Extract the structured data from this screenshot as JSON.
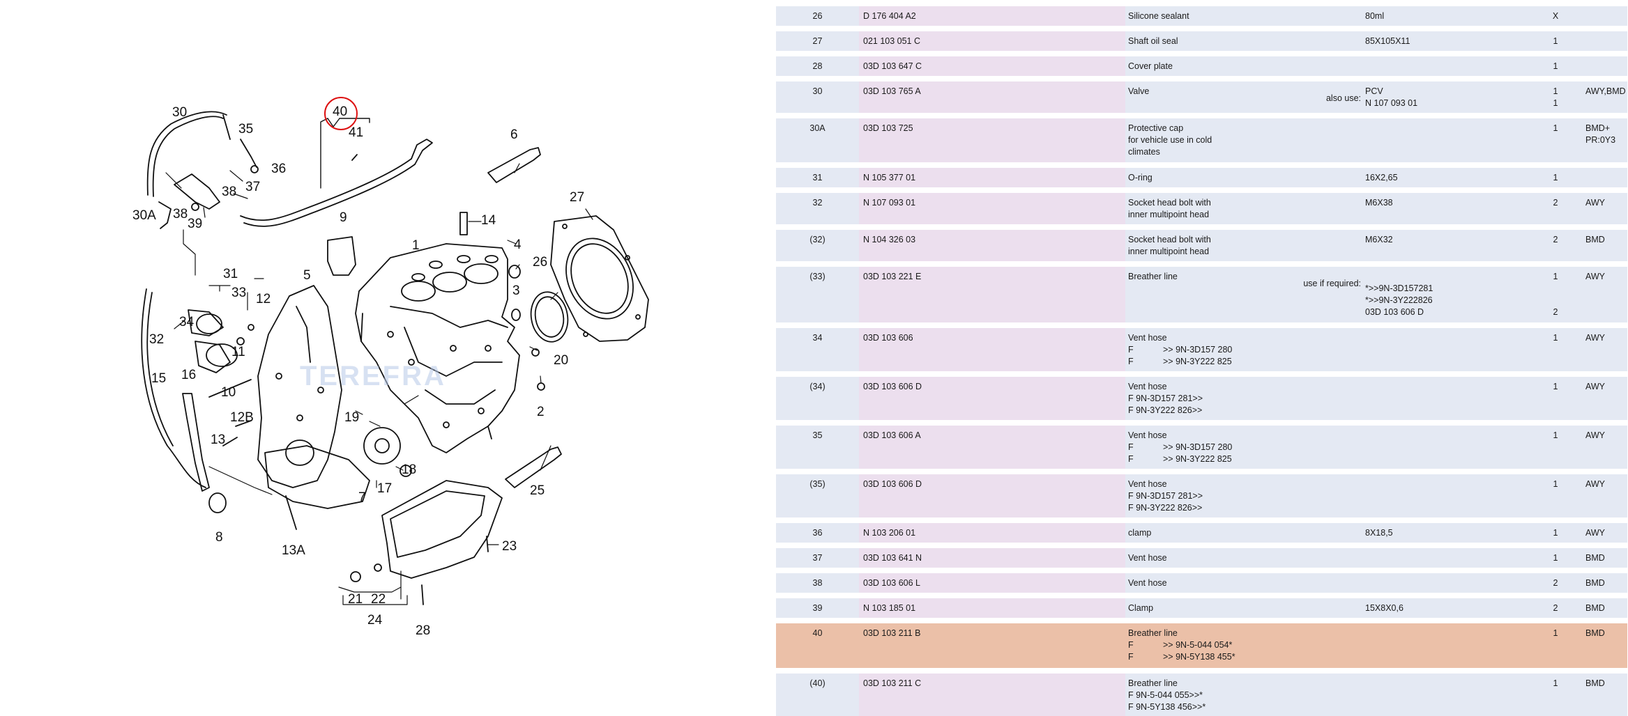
{
  "diagram": {
    "callouts": [
      "1",
      "2",
      "3",
      "4",
      "5",
      "6",
      "7",
      "8",
      "9",
      "10",
      "11",
      "12",
      "12B",
      "13",
      "13A",
      "14",
      "15",
      "16",
      "17",
      "18",
      "19",
      "20",
      "21",
      "22",
      "23",
      "24",
      "25",
      "26",
      "27",
      "28",
      "30",
      "30A",
      "31",
      "32",
      "33",
      "34",
      "35",
      "36",
      "37",
      "38",
      "38",
      "39",
      "40",
      "41"
    ],
    "highlighted_callout": "40",
    "watermark": "TEREFRA",
    "colors": {
      "highlight": "#dd1111",
      "line": "#111111"
    }
  },
  "parts": [
    {
      "pos": "26",
      "part": "D   176 404 A2",
      "desc": [
        "Silicone sealant"
      ],
      "remark": "80ml",
      "qty": "X",
      "model": ""
    },
    {
      "pos": "27",
      "part": "021 103 051 C",
      "desc": [
        "Shaft oil seal"
      ],
      "remark": "85X105X11",
      "qty": "1",
      "model": ""
    },
    {
      "pos": "28",
      "part": "03D 103 647 C",
      "desc": [
        "Cover plate"
      ],
      "remark": "",
      "qty": "1",
      "model": ""
    },
    {
      "pos": "30",
      "part": "03D 103 765 A",
      "desc": [
        "Valve"
      ],
      "remark": "PCV",
      "qty": "1",
      "model": "AWY,BMD",
      "also_label": "also use:",
      "also_part": "N   107 093 01",
      "also_qty": "1"
    },
    {
      "pos": "30A",
      "part": "03D 103 725",
      "desc": [
        "Protective cap",
        "for vehicle use in cold",
        "climates"
      ],
      "remark": "",
      "qty": "1",
      "model_lines": [
        "BMD+",
        "PR:0Y3"
      ]
    },
    {
      "pos": "31",
      "part": "N   105 377 01",
      "desc": [
        "O-ring"
      ],
      "remark": "16X2,65",
      "qty": "1",
      "model": ""
    },
    {
      "pos": "32",
      "part": "N   107 093 01",
      "desc": [
        "Socket head bolt with",
        "inner multipoint head"
      ],
      "remark": "M6X38",
      "qty": "2",
      "model": "AWY"
    },
    {
      "pos": "(32)",
      "part": "N   104 326 03",
      "desc": [
        "Socket head bolt with",
        "inner multipoint head"
      ],
      "remark": "M6X32",
      "qty": "2",
      "model": "BMD"
    },
    {
      "pos": "(33)",
      "part": "03D 103 221 E",
      "desc": [
        "Breather line"
      ],
      "remark": "",
      "qty": "1",
      "model": "AWY",
      "ifreq_label": "use if required:",
      "ifreq_lines": [
        "*>>9N-3D157281",
        "*>>9N-3Y222826",
        "03D 103 606 D"
      ],
      "ifreq_qty": "2"
    },
    {
      "pos": "34",
      "part": "03D 103 606",
      "desc_f": [
        [
          "F",
          ">> 9N-3D157 280"
        ],
        [
          "F",
          ">> 9N-3Y222 825"
        ]
      ],
      "desc": [
        "Vent hose"
      ],
      "remark": "",
      "qty": "1",
      "model": "AWY"
    },
    {
      "pos": "(34)",
      "part": "03D 103 606 D",
      "desc": [
        "Vent hose",
        "F 9N-3D157 281>>",
        "F 9N-3Y222 826>>"
      ],
      "remark": "",
      "qty": "1",
      "model": "AWY"
    },
    {
      "pos": "35",
      "part": "03D 103 606 A",
      "desc_f": [
        [
          "F",
          ">> 9N-3D157 280"
        ],
        [
          "F",
          ">> 9N-3Y222 825"
        ]
      ],
      "desc": [
        "Vent hose"
      ],
      "remark": "",
      "qty": "1",
      "model": "AWY"
    },
    {
      "pos": "(35)",
      "part": "03D 103 606 D",
      "desc": [
        "Vent hose",
        "F 9N-3D157 281>>",
        "F 9N-3Y222 826>>"
      ],
      "remark": "",
      "qty": "1",
      "model": "AWY"
    },
    {
      "pos": "36",
      "part": "N   103 206 01",
      "desc": [
        "clamp"
      ],
      "remark": "8X18,5",
      "qty": "1",
      "model": "AWY"
    },
    {
      "pos": "37",
      "part": "03D 103 641 N",
      "desc": [
        "Vent hose"
      ],
      "remark": "",
      "qty": "1",
      "model": "BMD"
    },
    {
      "pos": "38",
      "part": "03D 103 606 L",
      "desc": [
        "Vent hose"
      ],
      "remark": "",
      "qty": "2",
      "model": "BMD"
    },
    {
      "pos": "39",
      "part": "N   103 185 01",
      "desc": [
        "Clamp"
      ],
      "remark": "15X8X0,6",
      "qty": "2",
      "model": "BMD"
    },
    {
      "pos": "40",
      "part": "03D 103 211 B",
      "desc_f": [
        [
          "F",
          ">> 9N-5-044 054*"
        ],
        [
          "F",
          ">> 9N-5Y138 455*"
        ]
      ],
      "desc": [
        "Breather line"
      ],
      "remark": "",
      "qty": "1",
      "model": "BMD",
      "selected": true
    },
    {
      "pos": "(40)",
      "part": "03D 103 211 C",
      "desc": [
        "Breather line",
        "F 9N-5-044 055>>*",
        "F 9N-5Y138 456>>*"
      ],
      "remark": "",
      "qty": "1",
      "model": "BMD"
    }
  ]
}
